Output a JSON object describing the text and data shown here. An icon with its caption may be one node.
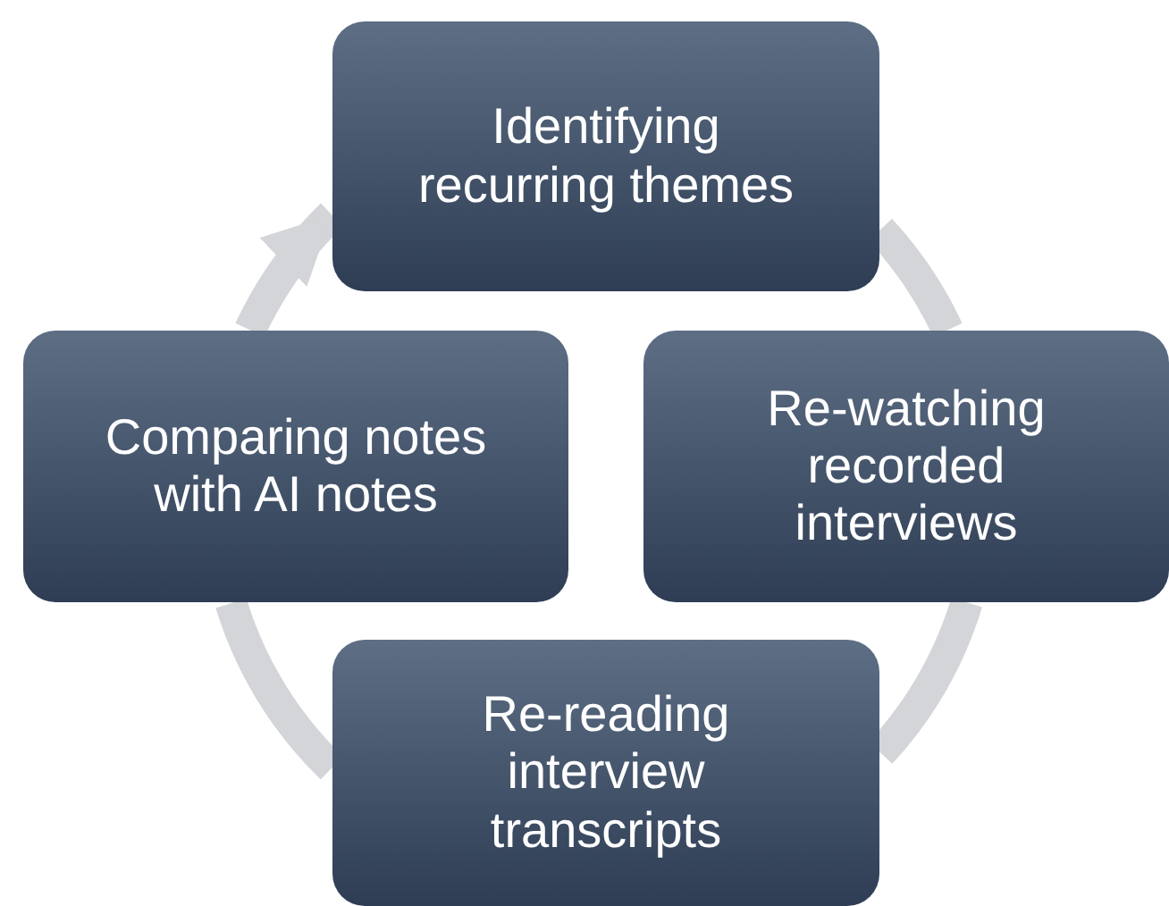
{
  "diagram": {
    "nodes": [
      {
        "text": [
          "Identifying recurring themes"
        ]
      },
      {
        "text": [
          "Re-watching recorded interviews"
        ]
      },
      {
        "text": [
          "Re-reading interview transcripts"
        ]
      },
      {
        "text": [
          "Comparing notes with AI notes"
        ]
      }
    ],
    "edges": [
      {
        "from": 0,
        "to": 1,
        "arrow": "none"
      },
      {
        "from": 1,
        "to": 2,
        "arrow": "none"
      },
      {
        "from": 2,
        "to": 3,
        "arrow": "none"
      },
      {
        "from": 3,
        "to": 0,
        "arrow": "to"
      }
    ]
  }
}
